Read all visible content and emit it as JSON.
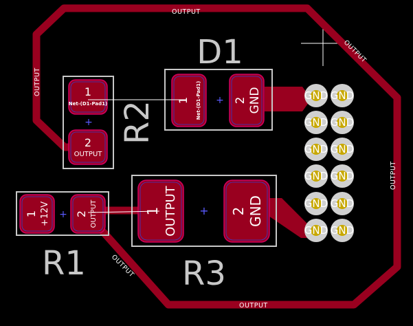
{
  "board": {
    "colors": {
      "background": "#000000",
      "copper": "#99001f",
      "pad_outline": "#cf0060",
      "silkscreen": "#c8c8c8",
      "via_ring": "#d0d0d0",
      "via_drill": "#c8a800"
    },
    "net_output_label": "OUTPUT",
    "net_gnd_label": "GND",
    "components": {
      "d1": {
        "ref": "D1",
        "pad1_num": "1",
        "pad1_net": "Net-(D1-Pad1)",
        "pad2_num": "2",
        "pad2_net": "GND",
        "center_mark": "+"
      },
      "r2": {
        "ref": "R2",
        "pad1_num": "1",
        "pad1_net": "Net-(D1-Pad1)",
        "pad2_num": "2",
        "pad2_net": "OUTPUT",
        "center_mark": "+"
      },
      "r1": {
        "ref": "R1",
        "pad1_num": "1",
        "pad1_net": "+12V",
        "pad2_num": "2",
        "pad2_net": "OUTPUT",
        "center_mark": "+"
      },
      "r3": {
        "ref": "R3",
        "pad1_num": "1",
        "pad1_net": "OUTPUT",
        "pad2_num": "2",
        "pad2_net": "GND",
        "center_mark": "+"
      }
    }
  }
}
